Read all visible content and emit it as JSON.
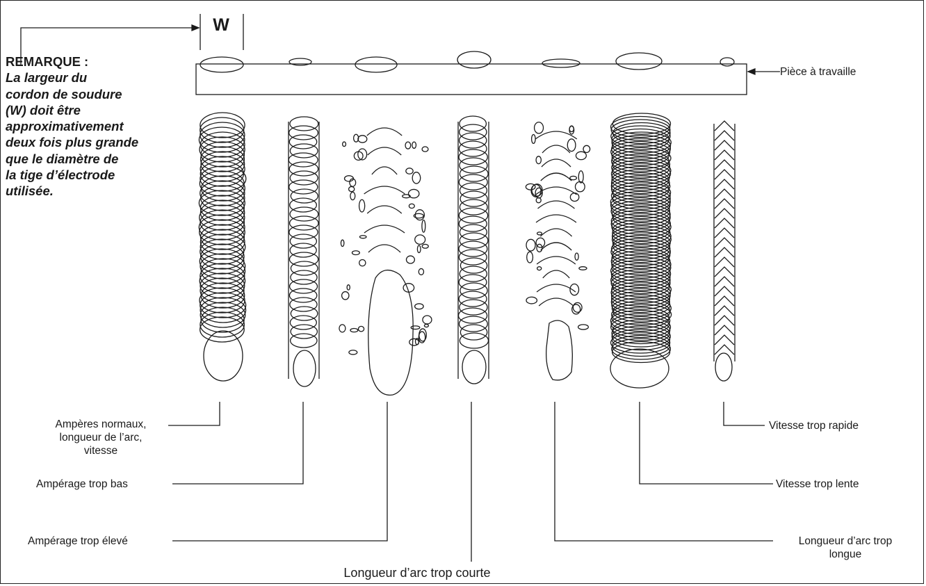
{
  "note": {
    "title": "REMARQUE :",
    "lines": [
      "La largeur du",
      "cordon de soudure",
      "(W) doit être",
      "approximativement",
      "deux fois plus grande",
      "que le diamètre de",
      "la tige d’électrode",
      "utilisée."
    ]
  },
  "width_symbol": "W",
  "workpiece_label": "Pièce à travaille",
  "bead_labels": {
    "normal": [
      "Ampères normaux,",
      "longueur de l’arc,",
      "vitesse"
    ],
    "amp_low": "Ampérage trop bas",
    "amp_high": "Ampérage trop élevé",
    "arc_short": "Longueur d’arc trop courte",
    "arc_long": [
      "Longueur d’arc trop",
      "longue"
    ],
    "speed_slow": "Vitesse trop lente",
    "speed_fast": "Vitesse trop rapide"
  }
}
